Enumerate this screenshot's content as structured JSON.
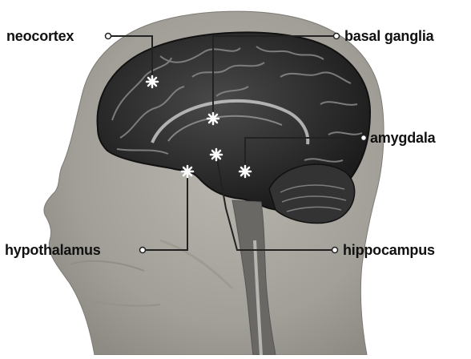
{
  "labels": {
    "neocortex": "neocortex",
    "basal_ganglia": "basal ganglia",
    "amygdala": "amygdala",
    "hypothalamus": "hypothalamus",
    "hippocampus": "hippocampus"
  },
  "colors": {
    "background": "#ffffff",
    "head": "#a6a39d",
    "head_shadow": "#8c8983",
    "brain": "#2a2a2a",
    "leader_line": "#222222",
    "marker": "#ffffff"
  }
}
